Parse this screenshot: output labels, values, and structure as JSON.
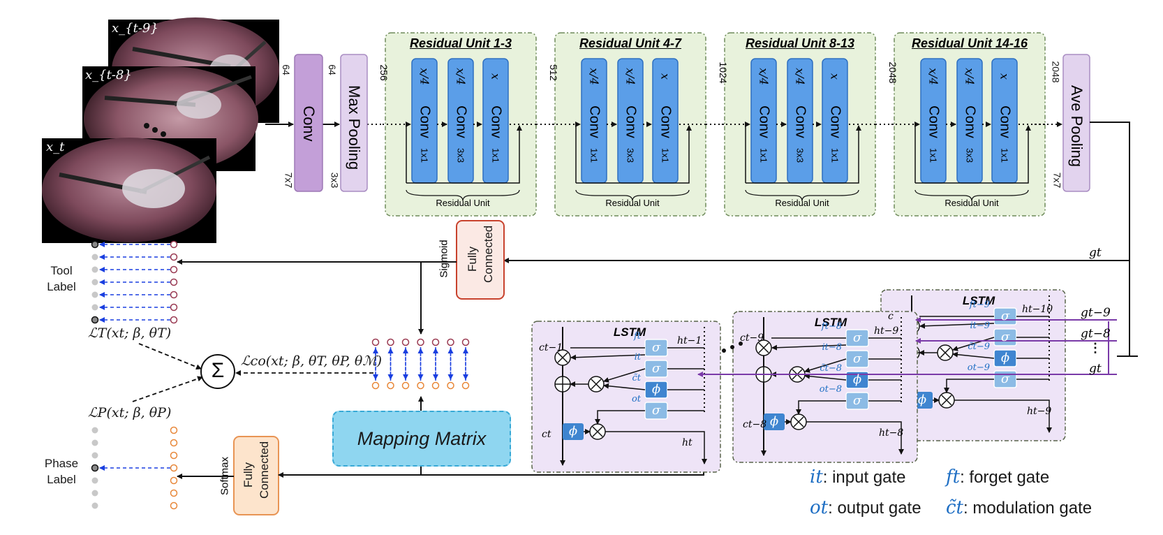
{
  "frames": [
    "x_{t-9}",
    "x_{t-8}",
    "x_t"
  ],
  "conv": {
    "label": "Conv",
    "channels": "64",
    "kernel": "7x7"
  },
  "maxpool": {
    "label": "Max Pooling",
    "channels": "64",
    "kernel": "3x3"
  },
  "residual_units": [
    {
      "title": "Residual Unit 1-3",
      "in_channels": "256",
      "sub_label": "Residual Unit"
    },
    {
      "title": "Residual Unit 4-7",
      "in_channels": "512",
      "sub_label": "Residual Unit"
    },
    {
      "title": "Residual Unit 8-13",
      "in_channels": "1024",
      "sub_label": "Residual Unit"
    },
    {
      "title": "Residual Unit 14-16",
      "in_channels": "2048",
      "sub_label": "Residual Unit"
    }
  ],
  "conv_block": [
    {
      "top": "x/4",
      "label": "Conv",
      "kernel": "1x1"
    },
    {
      "top": "x/4",
      "label": "Conv",
      "kernel": "3x3"
    },
    {
      "top": "x",
      "label": "Conv",
      "kernel": "1x1"
    }
  ],
  "avepool": {
    "label": "Ave Pooling",
    "channels": "2048",
    "kernel": "7x7"
  },
  "fc_tool": {
    "label_line1": "Fully",
    "label_line2": "Connected",
    "activation": "Sigmoid"
  },
  "fc_phase": {
    "label_line1": "Fully",
    "label_line2": "Connected",
    "activation": "Softmax"
  },
  "tool_label": {
    "line1": "Tool",
    "line2": "Label"
  },
  "phase_label": {
    "line1": "Phase",
    "line2": "Label"
  },
  "losses": {
    "tool": "ℒT(xt; β, θT)",
    "phase": "ℒP(xt; β, θP)",
    "co": "ℒco(xt; β, θT, θP, θℳ)",
    "sum_symbol": "Σ"
  },
  "mapping_matrix": "Mapping Matrix",
  "feature": {
    "g": "gt",
    "g9": "gt−9",
    "g8": "gt−8",
    "dots": "⋮"
  },
  "lstm": [
    {
      "title": "LSTM",
      "c_prev": "ct−1",
      "h_prev": "ht−1",
      "c_out": "ct",
      "h_out": "ht",
      "f": "ft",
      "i": "it",
      "c": "c̃t",
      "o": "ot"
    },
    {
      "title": "LSTM",
      "c_prev": "ct−9",
      "h_prev": "ht−9",
      "c_out": "ct−8",
      "h_out": "ht−8",
      "f": "ft−8",
      "i": "it−8",
      "c": "c̃t−8",
      "o": "ot−8"
    },
    {
      "title": "LSTM",
      "c_prev": "c",
      "h_prev": "ht−10",
      "c_out": "",
      "h_out": "ht−9",
      "f": "ft−9",
      "i": "it−9",
      "c": "c̃t−9",
      "o": "ot−9"
    }
  ],
  "gate_symbols": {
    "sigma": "σ",
    "phi": "ϕ",
    "times": "⊗",
    "plus": "⊕"
  },
  "legend": [
    {
      "sym": "it",
      "text": ": input gate"
    },
    {
      "sym": "ft",
      "text": ": forget gate"
    },
    {
      "sym": "ot",
      "text": ": output gate"
    },
    {
      "sym": "c̃t",
      "text": ": modulation gate"
    }
  ],
  "colors": {
    "conv_purple": "#c39fd8",
    "pool_purple": "#e2d3ee",
    "ru_fill": "#e8f2dc",
    "conv_blue": "#5b9ee8",
    "lstm_fill": "#eee4f7",
    "fc_tool": "#fbe9e4",
    "fc_phase": "#fde4cc",
    "mapping": "#8fd6f0",
    "sigma": "#8cbbe5",
    "phi": "#3f85d0",
    "arrow_blue": "#1a3fe0",
    "arrow_purple": "#7a3aa8",
    "dot_grey": "#c8c8c8"
  }
}
